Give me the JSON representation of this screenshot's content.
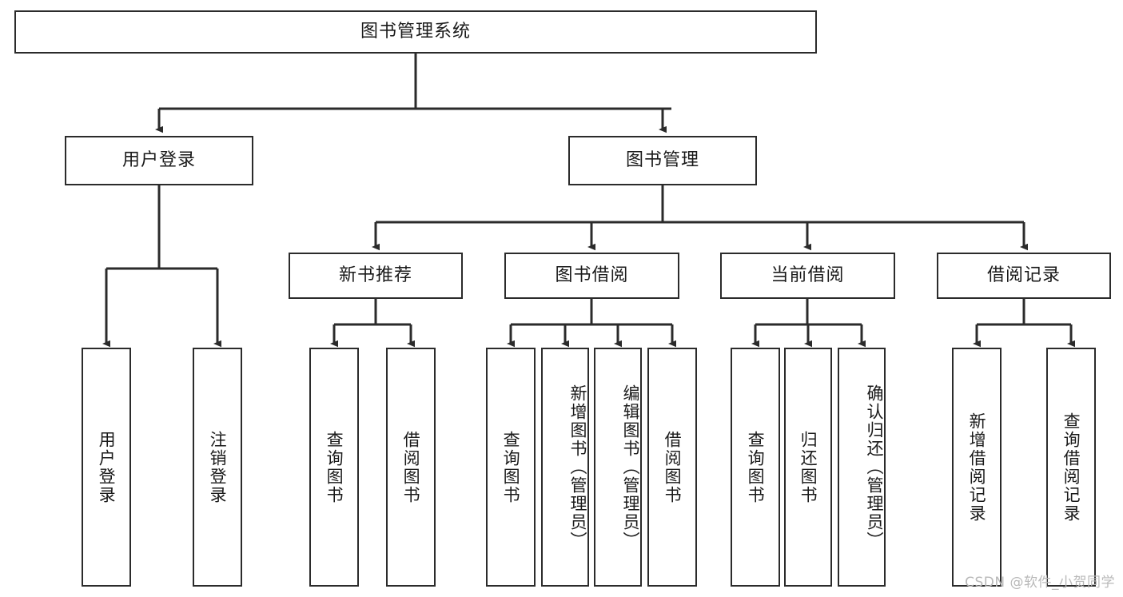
{
  "diagram": {
    "title": "图书管理系统",
    "type": "tree-hierarchy",
    "watermark": "CSDN @软件_小贺同学",
    "colors": {
      "stroke": "#2b2b2b",
      "fill": "#ffffff",
      "text": "#1a1a1a",
      "watermark": "#b9b9b9"
    },
    "nodes": {
      "root": {
        "label": "图书管理系统",
        "level": 1
      },
      "l2": [
        {
          "id": "user-login",
          "label": "用户登录",
          "level": 2
        },
        {
          "id": "book-manage",
          "label": "图书管理",
          "level": 2
        }
      ],
      "l3": [
        {
          "id": "new-book-recommend",
          "label": "新书推荐",
          "level": 3
        },
        {
          "id": "book-borrow",
          "label": "图书借阅",
          "level": 3
        },
        {
          "id": "current-borrow",
          "label": "当前借阅",
          "level": 3
        },
        {
          "id": "borrow-record",
          "label": "借阅记录",
          "level": 3
        }
      ],
      "leaves": {
        "user-login": [
          {
            "id": "leaf-user-login",
            "label": "用户登录"
          },
          {
            "id": "leaf-logout",
            "label": "注销登录"
          }
        ],
        "new-book-recommend": [
          {
            "id": "leaf-query-book-1",
            "label": "查询图书"
          },
          {
            "id": "leaf-borrow-book-1",
            "label": "借阅图书"
          }
        ],
        "book-borrow": [
          {
            "id": "leaf-query-book-2",
            "label": "查询图书"
          },
          {
            "id": "leaf-add-book",
            "label": "新增图书（管理员）"
          },
          {
            "id": "leaf-edit-book",
            "label": "编辑图书（管理员）"
          },
          {
            "id": "leaf-borrow-book-2",
            "label": "借阅图书"
          }
        ],
        "current-borrow": [
          {
            "id": "leaf-query-book-3",
            "label": "查询图书"
          },
          {
            "id": "leaf-return-book",
            "label": "归还图书"
          },
          {
            "id": "leaf-confirm-return",
            "label": "确认归还（管理员）"
          }
        ],
        "borrow-record": [
          {
            "id": "leaf-add-record",
            "label": "新增借阅记录"
          },
          {
            "id": "leaf-query-record",
            "label": "查询借阅记录"
          }
        ]
      }
    }
  }
}
